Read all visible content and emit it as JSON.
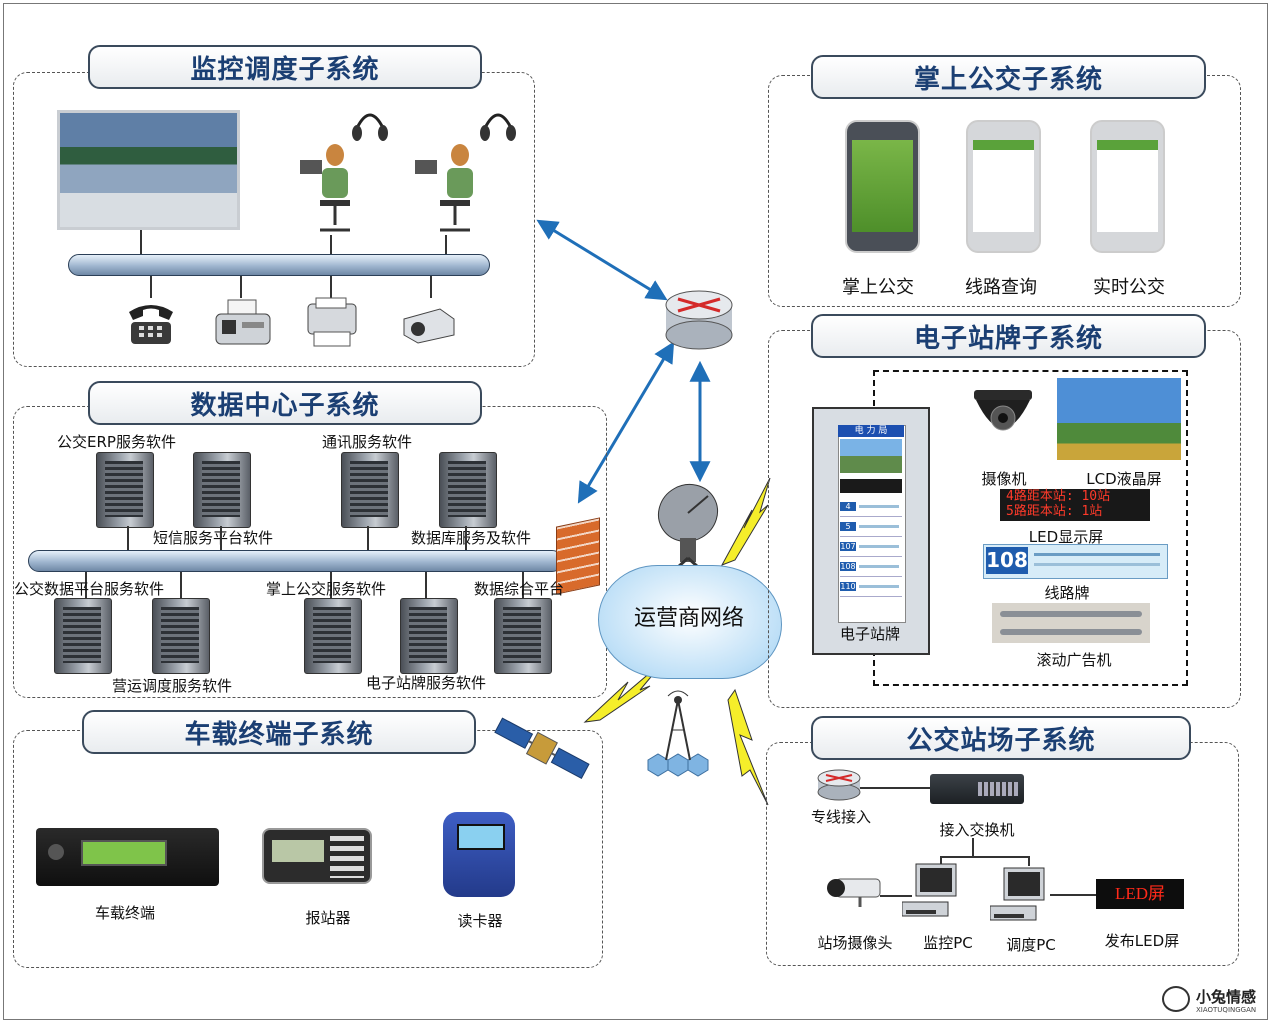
{
  "panels": {
    "monitoring": {
      "title": "监控调度子系统"
    },
    "datacenter": {
      "title": "数据中心子系统",
      "labels": {
        "erp": "公交ERP服务软件",
        "comm": "通讯服务软件",
        "sms": "短信服务平台软件",
        "db": "数据库服务及软件",
        "dataplat": "公交数据平台服务软件",
        "mobileservice": "掌上公交服务软件",
        "integration": "数据综合平台",
        "ops": "营运调度服务软件",
        "esign": "电子站牌服务软件"
      }
    },
    "vehicle": {
      "title": "车载终端子系统",
      "labels": {
        "terminal": "车载终端",
        "announcer": "报站器",
        "cardreader": "读卡器"
      }
    },
    "mobile": {
      "title": "掌上公交子系统",
      "labels": {
        "app": "掌上公交",
        "route": "线路查询",
        "realtime": "实时公交"
      }
    },
    "esign": {
      "title": "电子站牌子系统",
      "labels": {
        "camera": "摄像机",
        "lcd": "LCD液晶屏",
        "led": "LED显示屏",
        "routeboard": "线路牌",
        "adroller": "滚动广告机",
        "kiosk": "电子站牌"
      },
      "led_lines": [
        "4路距本站: 10站",
        "5路距本站: 1站"
      ],
      "route_number": "108",
      "kiosk_header": "电 力 局",
      "kiosk_routes": [
        "4",
        "5",
        "107",
        "108",
        "110"
      ]
    },
    "station": {
      "title": "公交站场子系统",
      "labels": {
        "leased": "专线接入",
        "switch": "接入交换机",
        "stationcam": "站场摄像头",
        "monitorpc": "监控PC",
        "dispatchpc": "调度PC",
        "ledrelease": "发布LED屏"
      },
      "led_text": "LED屏"
    }
  },
  "network": {
    "label": "运营商网络"
  },
  "watermark": {
    "cn": "小兔情感",
    "en": "XIAOTUQINGGAN"
  }
}
